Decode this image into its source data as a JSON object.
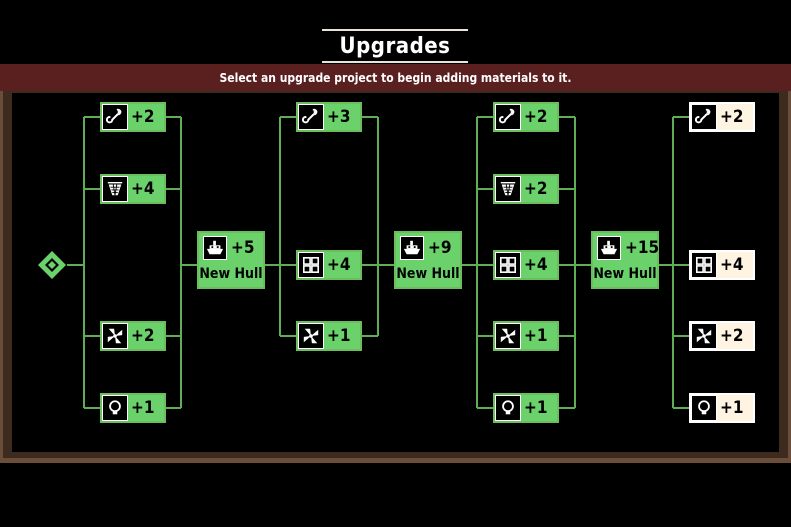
{
  "title": "Upgrades",
  "subtitle": "Select an upgrade project to begin adding materials to it.",
  "colors": {
    "active": "#6bd26b",
    "locked": "#fff4e2",
    "line": "#5fae55",
    "banner": "#5a2020",
    "frame": "#6b4e3a"
  },
  "tiers": [
    {
      "items": [
        {
          "icon": "rod-icon",
          "amount": "+2",
          "state": "active"
        },
        {
          "icon": "net-icon",
          "amount": "+4",
          "state": "active"
        },
        {
          "icon": "engine-icon",
          "amount": "+2",
          "state": "active"
        },
        {
          "icon": "light-icon",
          "amount": "+1",
          "state": "active"
        }
      ],
      "hull": {
        "icon": "ship-icon",
        "amount": "+5",
        "label": "New Hull"
      }
    },
    {
      "items": [
        {
          "icon": "rod-icon",
          "amount": "+3",
          "state": "active"
        },
        {
          "icon": "storage-icon",
          "amount": "+4",
          "state": "active"
        },
        {
          "icon": "engine-icon",
          "amount": "+1",
          "state": "active"
        }
      ],
      "hull": {
        "icon": "ship-icon",
        "amount": "+9",
        "label": "New Hull"
      }
    },
    {
      "items": [
        {
          "icon": "rod-icon",
          "amount": "+2",
          "state": "active"
        },
        {
          "icon": "net-icon",
          "amount": "+2",
          "state": "active"
        },
        {
          "icon": "storage-icon",
          "amount": "+4",
          "state": "active"
        },
        {
          "icon": "engine-icon",
          "amount": "+1",
          "state": "active"
        },
        {
          "icon": "light-icon",
          "amount": "+1",
          "state": "active"
        }
      ],
      "hull": {
        "icon": "ship-icon",
        "amount": "+15",
        "label": "New Hull"
      }
    },
    {
      "items": [
        {
          "icon": "rod-icon",
          "amount": "+2",
          "state": "locked"
        },
        {
          "icon": "storage-icon",
          "amount": "+4",
          "state": "locked"
        },
        {
          "icon": "engine-icon",
          "amount": "+2",
          "state": "locked"
        },
        {
          "icon": "light-icon",
          "amount": "+1",
          "state": "locked"
        }
      ]
    }
  ]
}
